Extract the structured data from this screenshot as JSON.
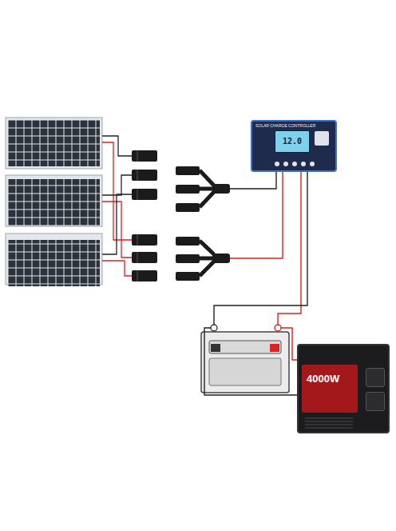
{
  "diagram": {
    "nodes": [
      {
        "text": [
          "SOLAR CHARGE CONTROLLER",
          "12.0"
        ]
      },
      {
        "text": [
          "4000W"
        ]
      }
    ]
  }
}
